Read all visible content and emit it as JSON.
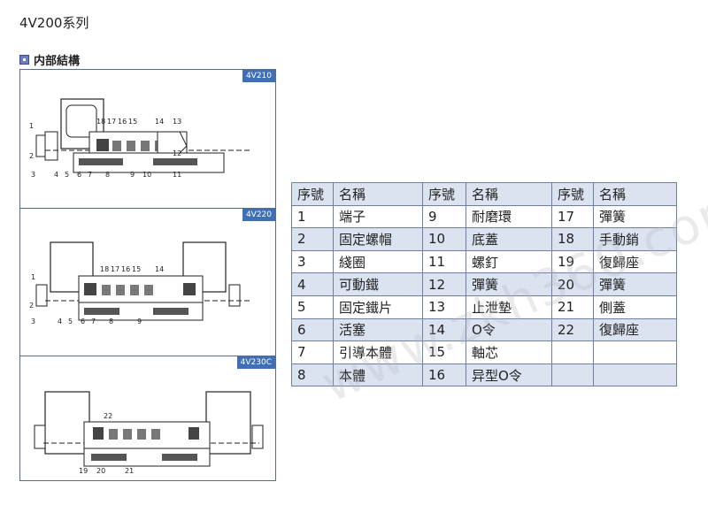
{
  "page_title": "4V200系列",
  "section_title": "内部結構",
  "panels": [
    {
      "tag": "4V210",
      "labels": [
        "1",
        "2",
        "3",
        "4",
        "5",
        "6",
        "7",
        "8",
        "9",
        "10",
        "11",
        "12",
        "13",
        "14",
        "15",
        "16",
        "17",
        "18"
      ]
    },
    {
      "tag": "4V220",
      "labels": [
        "1",
        "2",
        "3",
        "4",
        "5",
        "6",
        "7",
        "8",
        "9",
        "14",
        "15",
        "16",
        "17",
        "18"
      ]
    },
    {
      "tag": "4V230C",
      "labels": [
        "22",
        "19",
        "20",
        "21"
      ]
    }
  ],
  "table": {
    "headers": [
      {
        "no": "序號",
        "name": "名稱"
      },
      {
        "no": "序號",
        "name": "名稱"
      },
      {
        "no": "序號",
        "name": "名稱"
      }
    ],
    "rows": [
      [
        {
          "no": "1",
          "name": "端子"
        },
        {
          "no": "9",
          "name": "耐磨環"
        },
        {
          "no": "17",
          "name": "彈簧"
        }
      ],
      [
        {
          "no": "2",
          "name": "固定螺帽"
        },
        {
          "no": "10",
          "name": "底蓋"
        },
        {
          "no": "18",
          "name": "手動銷"
        }
      ],
      [
        {
          "no": "3",
          "name": "綫圈"
        },
        {
          "no": "11",
          "name": "螺釘"
        },
        {
          "no": "19",
          "name": "復歸座"
        }
      ],
      [
        {
          "no": "4",
          "name": "可動鐵"
        },
        {
          "no": "12",
          "name": "彈簧"
        },
        {
          "no": "20",
          "name": "彈簧"
        }
      ],
      [
        {
          "no": "5",
          "name": "固定鐵片"
        },
        {
          "no": "13",
          "name": "止泄墊"
        },
        {
          "no": "21",
          "name": "側蓋"
        }
      ],
      [
        {
          "no": "6",
          "name": "活塞"
        },
        {
          "no": "14",
          "name": "O令"
        },
        {
          "no": "22",
          "name": "復歸座"
        }
      ],
      [
        {
          "no": "7",
          "name": "引導本體"
        },
        {
          "no": "15",
          "name": "軸芯"
        },
        {
          "no": "",
          "name": ""
        }
      ],
      [
        {
          "no": "8",
          "name": "本體"
        },
        {
          "no": "16",
          "name": "异型O令"
        },
        {
          "no": "",
          "name": ""
        }
      ]
    ]
  },
  "watermark": "www.zkh360.com"
}
